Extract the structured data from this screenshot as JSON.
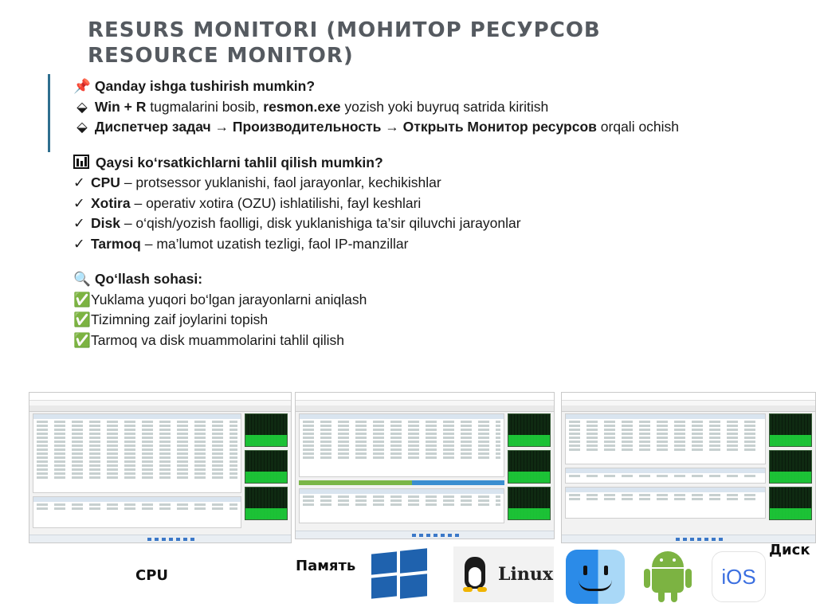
{
  "title": "RESURS MONITORI (МОНИТОР РЕСУРСОВ RESOURCE MONITOR)",
  "section1": {
    "heading": "Qanday ishga tushirish mumkin?",
    "item1": {
      "bold1": "Win + R",
      "text1": " tugmalarini bosib, ",
      "bold2": "resmon.exe",
      "text2": " yozish yoki buyruq satrida kiritish"
    },
    "item2": {
      "bold": "Диспетчер задач → Производительность → Открыть Монитор ресурсов",
      "text": " orqali ochish"
    }
  },
  "section2": {
    "heading": "Qaysi ko‘rsatkichlarni tahlil qilish mumkin?",
    "items": [
      {
        "bold": "CPU",
        "text": " – protsessor yuklanishi, faol jarayonlar, kechikishlar"
      },
      {
        "bold": "Xotira",
        "text": " – operativ xotira (OZU) ishlatilishi, fayl keshlari"
      },
      {
        "bold": "Disk",
        "text": " – o‘qish/yozish faolligi, disk yuklanishiga ta’sir qiluvchi jarayonlar"
      },
      {
        "bold": "Tarmoq",
        "text": " – ma’lumot uzatish tezligi, faol IP-manzillar"
      }
    ]
  },
  "section3": {
    "heading": "Qo‘llash sohasi:",
    "items": [
      "Yuklama yuqori bo‘lgan jarayonlarni aniqlash",
      "Tizimning zaif joylarini topish",
      "Tarmoq va disk muammolarini tahlil qilish"
    ]
  },
  "captions": {
    "cpu": "CPU",
    "memory": "Память",
    "disk": "Диск"
  },
  "logos": {
    "linux": "Linux",
    "ios": "iOS"
  },
  "icons": {
    "pin": "pin-icon",
    "chart": "bar-chart-icon",
    "search": "magnifier-icon",
    "bullet": "diamond-bullet-icon",
    "check": "check-icon",
    "check_outline": "check-outline-icon"
  }
}
